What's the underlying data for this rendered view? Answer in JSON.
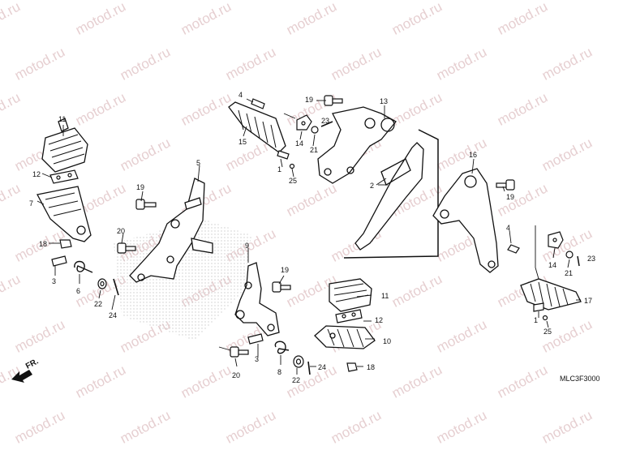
{
  "watermark": "motod.ru",
  "diagram_code": "MLC3F3000",
  "front_indicator": "FR.",
  "colors": {
    "line": "#111111",
    "watermark": "#e6cfd1",
    "shading": "#cfcfcf"
  },
  "callouts": {
    "c1a": "1",
    "c1b": "1",
    "c2": "2",
    "c3a": "3",
    "c3b": "3",
    "c4a": "4",
    "c4b": "4",
    "c5": "5",
    "c6": "6",
    "c7": "7",
    "c8": "8",
    "c9": "9",
    "c10": "10",
    "c11a": "11",
    "c11b": "11",
    "c12a": "12",
    "c12b": "12",
    "c13": "13",
    "c14a": "14",
    "c14b": "14",
    "c15": "15",
    "c16": "16",
    "c17": "17",
    "c18a": "18",
    "c18b": "18",
    "c19a": "19",
    "c19b": "19",
    "c19c": "19",
    "c19d": "19",
    "c20a": "20",
    "c20b": "20",
    "c21a": "21",
    "c21b": "21",
    "c22a": "22",
    "c22b": "22",
    "c23a": "23",
    "c23b": "23",
    "c24a": "24",
    "c24b": "24",
    "c25a": "25",
    "c25b": "25"
  }
}
